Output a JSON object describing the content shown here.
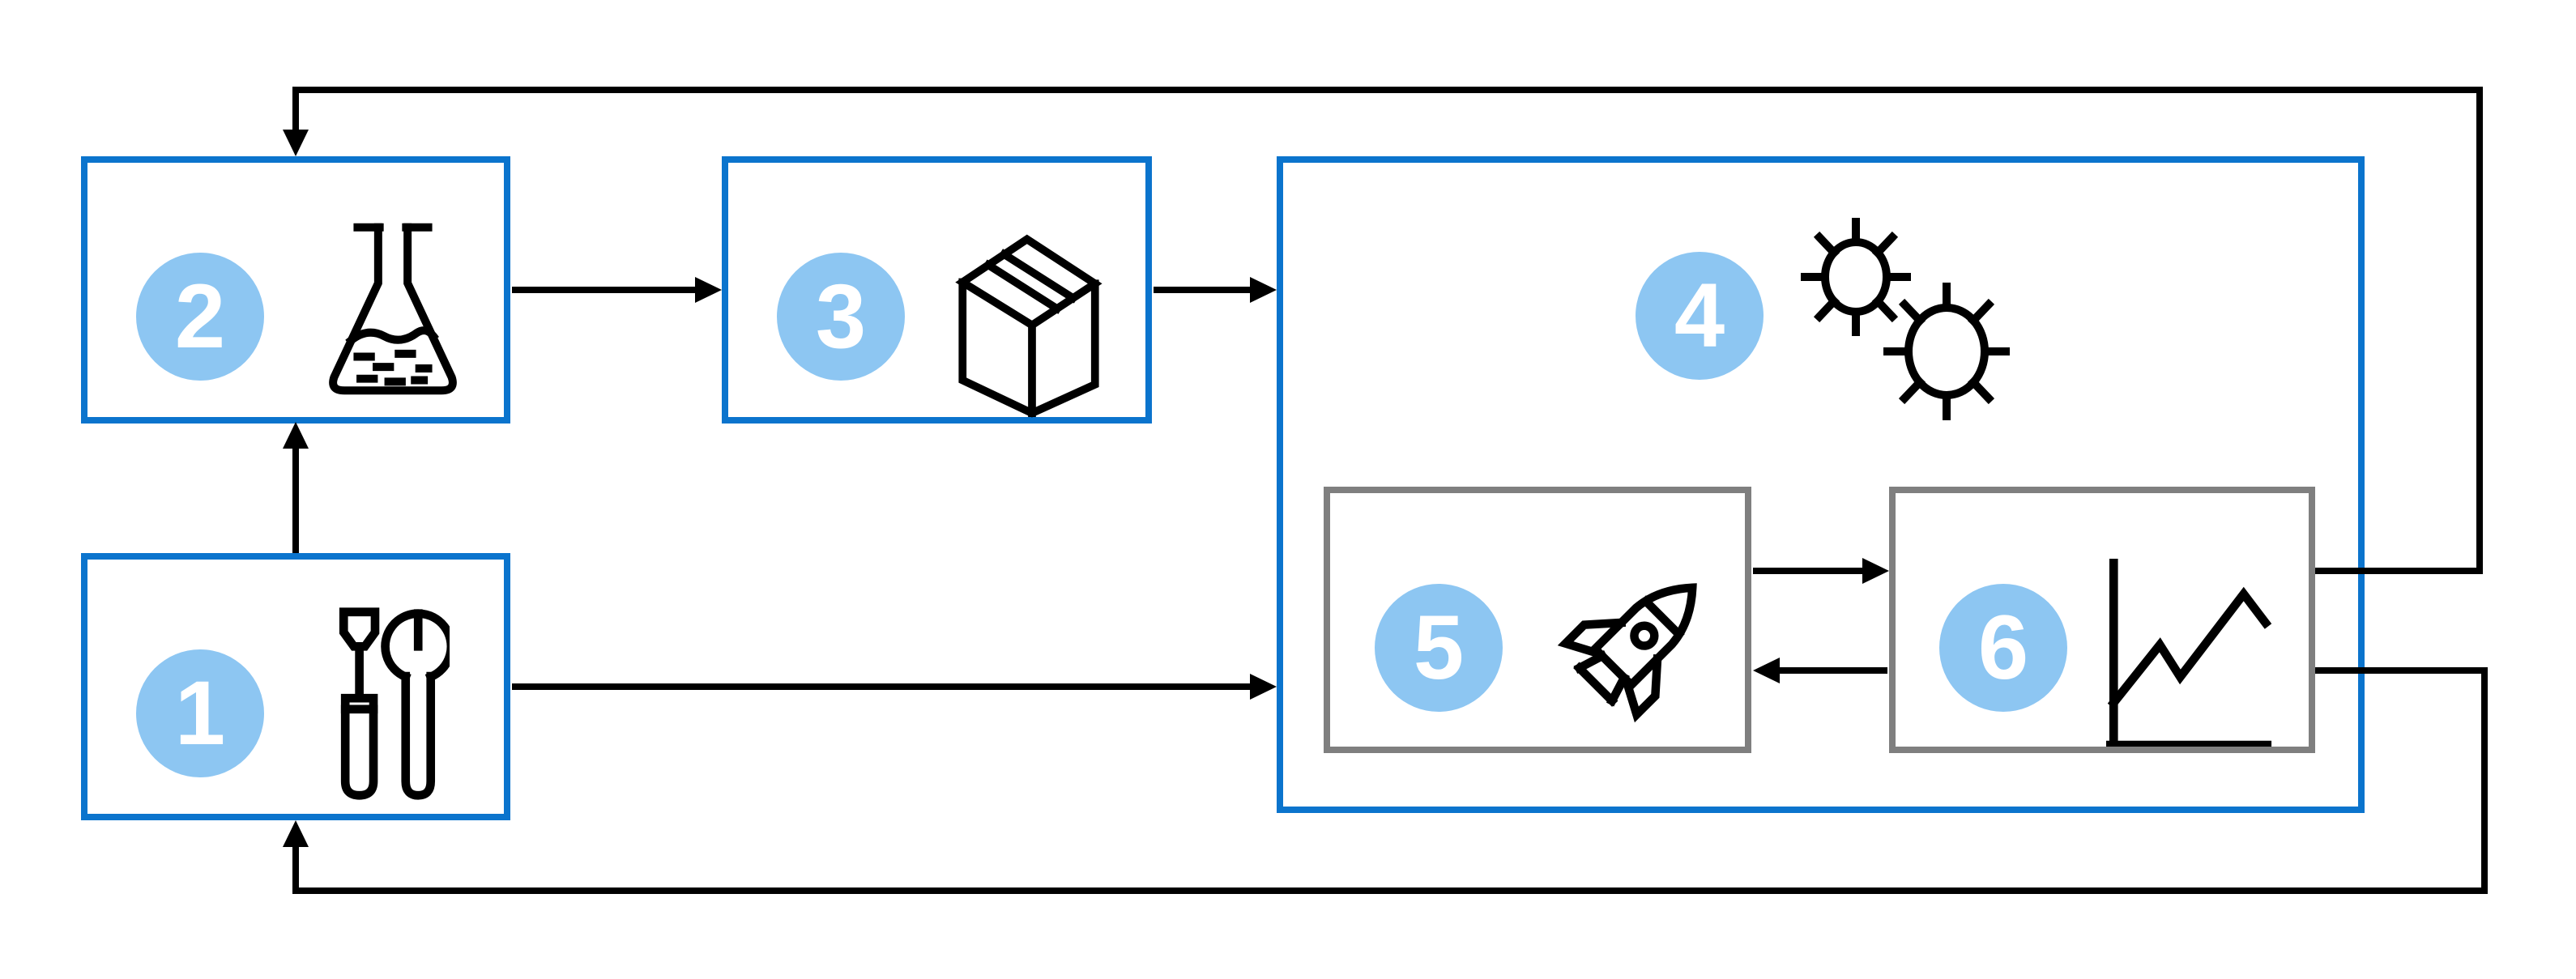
{
  "colors": {
    "background": "#ffffff",
    "accent_blue": "#0b74cd",
    "circle_fill": "#8dc6f2",
    "circle_text": "#ffffff",
    "inner_border_gray": "#7f7f7f",
    "connector_black": "#000000"
  },
  "steps": [
    {
      "number": "1",
      "icon": "screwdriver-wrench-icon",
      "border": "blue",
      "position": "bottom-left"
    },
    {
      "number": "2",
      "icon": "flask-icon",
      "border": "blue",
      "position": "top-left"
    },
    {
      "number": "3",
      "icon": "package-box-icon",
      "border": "blue",
      "position": "top-middle"
    },
    {
      "number": "4",
      "icon": "microbes-icon",
      "border": "blue",
      "position": "right-container"
    },
    {
      "number": "5",
      "icon": "rocket-icon",
      "border": "gray",
      "position": "inside-4-left"
    },
    {
      "number": "6",
      "icon": "line-chart-icon",
      "border": "gray",
      "position": "inside-4-right"
    }
  ],
  "connections": [
    {
      "from": "1",
      "to": "2",
      "route": "straight-up"
    },
    {
      "from": "2",
      "to": "3",
      "route": "straight-right"
    },
    {
      "from": "3",
      "to": "4",
      "route": "straight-right"
    },
    {
      "from": "1",
      "to": "4",
      "route": "straight-right"
    },
    {
      "from": "5",
      "to": "6",
      "route": "straight-right"
    },
    {
      "from": "6",
      "to": "5",
      "route": "straight-left"
    },
    {
      "from": "6",
      "to": "2",
      "route": "top-feedback-loop"
    },
    {
      "from": "6",
      "to": "1",
      "route": "bottom-feedback-loop"
    }
  ]
}
